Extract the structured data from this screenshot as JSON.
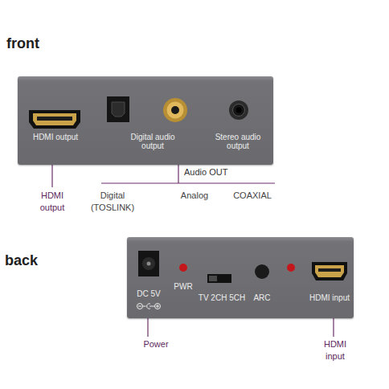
{
  "diagram": {
    "nodes": [
      {
        "text": [
          "HDMI output",
          "Digital audio output",
          "Stereo audio output"
        ]
      },
      {
        "text": [
          "DC 5V",
          "PWR",
          "TV 2CH 5CH",
          "ARC",
          "HDMI input"
        ]
      }
    ],
    "labels": [
      "front",
      "HDMI output",
      "Audio OUT",
      "Digital (TOSLINK)",
      "Analog",
      "COAXIAL",
      "back",
      "Power",
      "HDMI input"
    ]
  }
}
